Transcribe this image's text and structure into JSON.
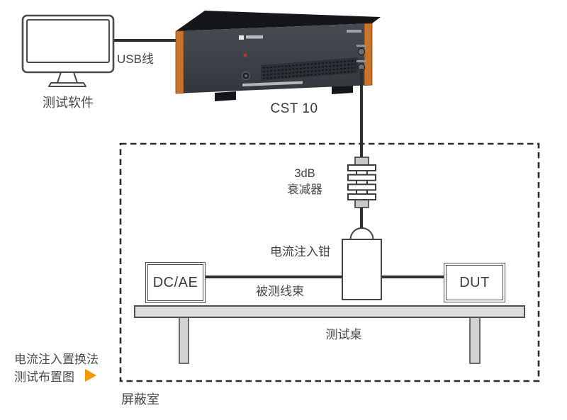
{
  "diagram": {
    "title_caption": {
      "line1": "电流注入置换法",
      "line2": "测试布置图"
    },
    "labels": {
      "software": "测试软件",
      "usb_cable": "USB线",
      "instrument_model": "CST 10",
      "attenuator_line1": "3dB",
      "attenuator_line2": "衰减器",
      "injection_clamp": "电流注入钳",
      "harness_under_test": "被测线束",
      "test_table": "测试桌",
      "shield_room": "屏蔽室",
      "dcae_box": "DC/AE",
      "dut_box": "DUT"
    },
    "colors": {
      "accent_arrow_orange": "#f39800",
      "instrument_trim_orange": "#c9732c",
      "cable_line": "#2f2f2f",
      "dashed_border": "#2b2b2b",
      "table_fill": "#dcdcdc",
      "label_text": "#454545"
    }
  }
}
